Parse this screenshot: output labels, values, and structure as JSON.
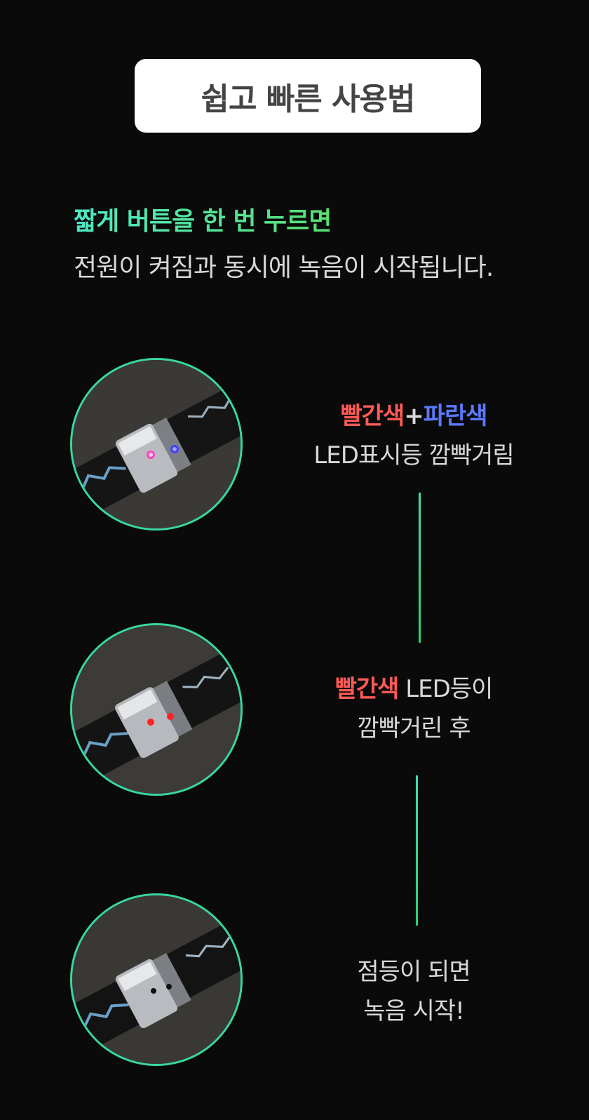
{
  "header": {
    "title": "쉽고 빠른 사용법"
  },
  "intro": {
    "highlight": "짧게 버튼을 한 번 누르면",
    "body": "전원이 켜짐과 동시에 녹음이 시작됩니다."
  },
  "steps": [
    {
      "photo_alt": "recorder-pen-led-red-blue",
      "red_text": "빨간색",
      "plus": "+",
      "blue_text": "파란색",
      "line2": "LED표시등 깜빡거림"
    },
    {
      "photo_alt": "recorder-pen-led-red",
      "red_text": "빨간색",
      "line1_rest": " LED등이",
      "line2": "깜빡거린 후"
    },
    {
      "photo_alt": "recorder-pen-led-off",
      "line1": "점등이 되면",
      "line2": "녹음 시작!"
    }
  ],
  "colors": {
    "background": "#0a0a0a",
    "accent_green": "#38d8a0",
    "red": "#ff5a55",
    "blue": "#5a7aff"
  }
}
